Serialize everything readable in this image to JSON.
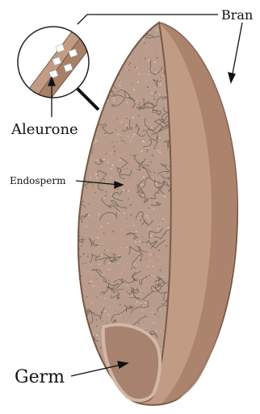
{
  "diagram": {
    "subject": "wheat kernel cross-section",
    "labels": {
      "bran": "Bran",
      "aleurone": "Aleurone",
      "endosperm": "Endosperm",
      "germ": "Germ"
    },
    "colors": {
      "bran_outer": "#c19b84",
      "bran_side": "#a88068",
      "outline": "#7a5a48",
      "endosperm_fill": "#b99c8b",
      "endosperm_texture": "#6e6660",
      "endosperm_speckle": "#d8c6bb",
      "germ_fill": "#a6826f",
      "germ_rim": "#d3b7a6",
      "aleurone_cells": "#ffffff",
      "leader": "#111111"
    }
  }
}
